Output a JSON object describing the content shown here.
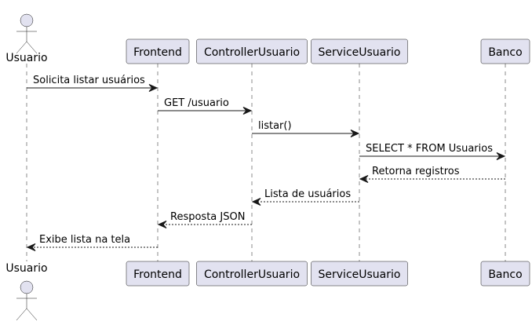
{
  "participants": [
    {
      "id": "usuario",
      "label": "Usuario",
      "kind": "actor"
    },
    {
      "id": "frontend",
      "label": "Frontend",
      "kind": "participant"
    },
    {
      "id": "controller",
      "label": "ControllerUsuario",
      "kind": "participant"
    },
    {
      "id": "service",
      "label": "ServiceUsuario",
      "kind": "participant"
    },
    {
      "id": "banco",
      "label": "Banco",
      "kind": "participant"
    }
  ],
  "messages": [
    {
      "from": "usuario",
      "to": "frontend",
      "label": "Solicita listar usuários",
      "style": "solid"
    },
    {
      "from": "frontend",
      "to": "controller",
      "label": "GET /usuario",
      "style": "solid"
    },
    {
      "from": "controller",
      "to": "service",
      "label": "listar()",
      "style": "solid"
    },
    {
      "from": "service",
      "to": "banco",
      "label": "SELECT * FROM Usuarios",
      "style": "solid"
    },
    {
      "from": "banco",
      "to": "service",
      "label": "Retorna registros",
      "style": "dashed"
    },
    {
      "from": "service",
      "to": "controller",
      "label": "Lista de usuários",
      "style": "dashed"
    },
    {
      "from": "controller",
      "to": "frontend",
      "label": "Resposta JSON",
      "style": "dashed"
    },
    {
      "from": "frontend",
      "to": "usuario",
      "label": "Exibe lista na tela",
      "style": "dashed"
    }
  ],
  "colors": {
    "participant_fill": "#e2e2f0",
    "stroke": "#181818"
  }
}
